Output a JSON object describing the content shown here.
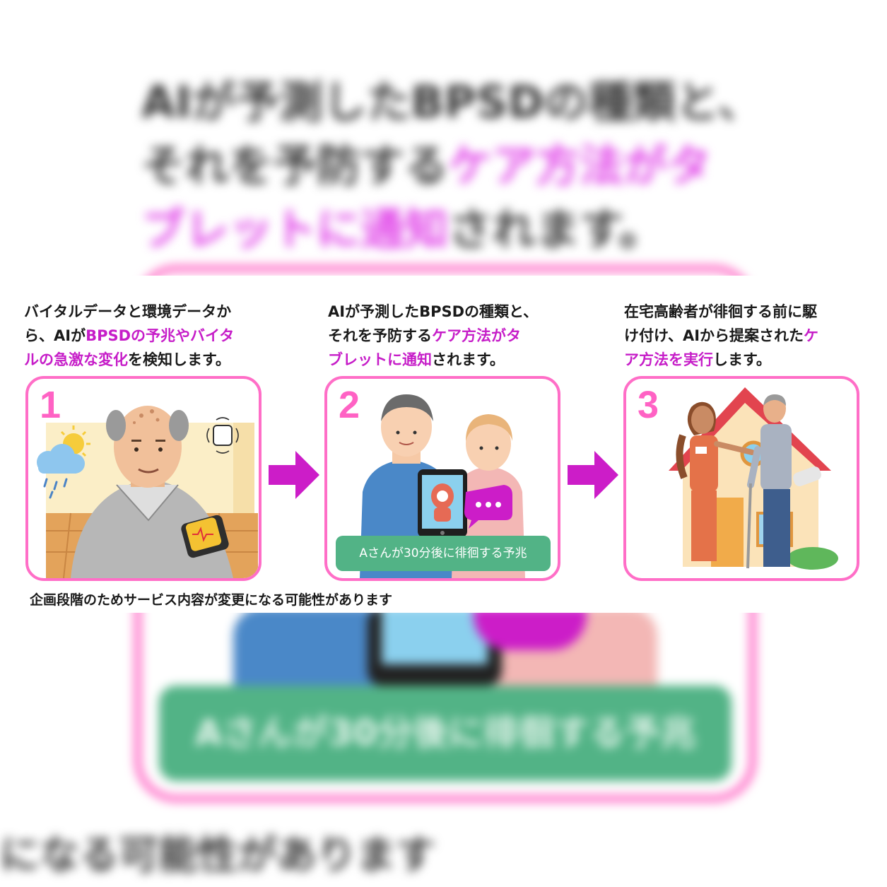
{
  "background": {
    "title_line1": "AIが予測したBPSDの種類と、",
    "title_line2_a": "それを予防する",
    "title_line2_b": "ケア方法がタ",
    "title_line3_a": "ブレットに通知",
    "title_line3_b": "されます。",
    "banner": "Aさんが30分後に徘徊する予兆",
    "footer": "になる可能性があります"
  },
  "steps": [
    {
      "number": "1",
      "line1": "バイタルデータと環境データか",
      "line2_a": "ら、AIが",
      "line2_b": "BPSDの予兆やバイタ",
      "line3_a": "ルの急激な変化",
      "line3_b": "を検知します。"
    },
    {
      "number": "2",
      "line1": "AIが予測したBPSDの種類と、",
      "line2_a": "それを予防する",
      "line2_b": "ケア方法がタ",
      "line3_a": "ブレットに通知",
      "line3_b": "されます。",
      "banner": "Aさんが30分後に徘徊する予兆"
    },
    {
      "number": "3",
      "line1": "在宅高齢者が徘徊する前に駆",
      "line2_a": "け付け、AIから提案された",
      "line2_b": "ケ",
      "line3_a": "ア方法を実行",
      "line3_b": "します。"
    }
  ],
  "note": "企画段階のためサービス内容が変更になる可能性があります",
  "colors": {
    "pink_frame": "#ff6ec7",
    "accent_text": "#c61dc8",
    "arrow": "#cc1dc8",
    "banner": "#52b386"
  }
}
